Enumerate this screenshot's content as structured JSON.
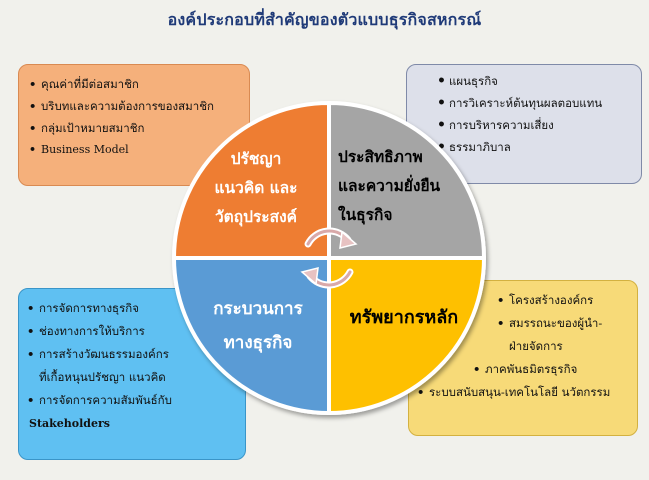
{
  "title": "องค์ประกอบที่สำคัญของตัวแบบธุรกิจสหกรณ์",
  "quadrants": {
    "top_left": {
      "lines": [
        "ปรัชญา",
        "แนวคิด และ",
        "วัตถุประสงค์"
      ],
      "color": "#ee7d31"
    },
    "top_right": {
      "lines": [
        "ประสิทธิภาพ",
        "และความยั่งยืน",
        "ในธุรกิจ"
      ],
      "color": "#a5a5a5"
    },
    "bottom_left": {
      "lines": [
        "กระบวนการ",
        "ทางธุรกิจ"
      ],
      "color": "#5a9bd5"
    },
    "bottom_right": {
      "lines": [
        "ทรัพยากรหลัก"
      ],
      "color": "#fec000"
    }
  },
  "boxes": {
    "top_left": [
      "คุณค่าที่มีต่อสมาชิก",
      "บริบทและความต้องการของสมาชิก",
      "กลุ่มเป้าหมายสมาชิก",
      "Business Model"
    ],
    "top_right": [
      "แผนธุรกิจ",
      "การวิเคราะห์ต้นทุนผลตอบแทน",
      "การบริหารความเสี่ยง",
      "ธรรมาภิบาล"
    ],
    "bottom_left": [
      "การจัดการทางธุรกิจ",
      "ช่องทางการให้บริการ",
      "การสร้างวัฒนธรรมองค์กร",
      "ที่เกื้อหนุนปรัชญา แนวคิด",
      "การจัดการความสัมพันธ์กับ",
      "Stakeholders"
    ],
    "bottom_right": [
      "โครงสร้างองค์กร",
      "สมรรถนะของผู้นำ-",
      "ฝ่ายจัดการ",
      "ภาคพันธมิตรธุรกิจ",
      "ระบบสนับสนุน-เทคโนโลยี นวัตกรรม"
    ]
  }
}
